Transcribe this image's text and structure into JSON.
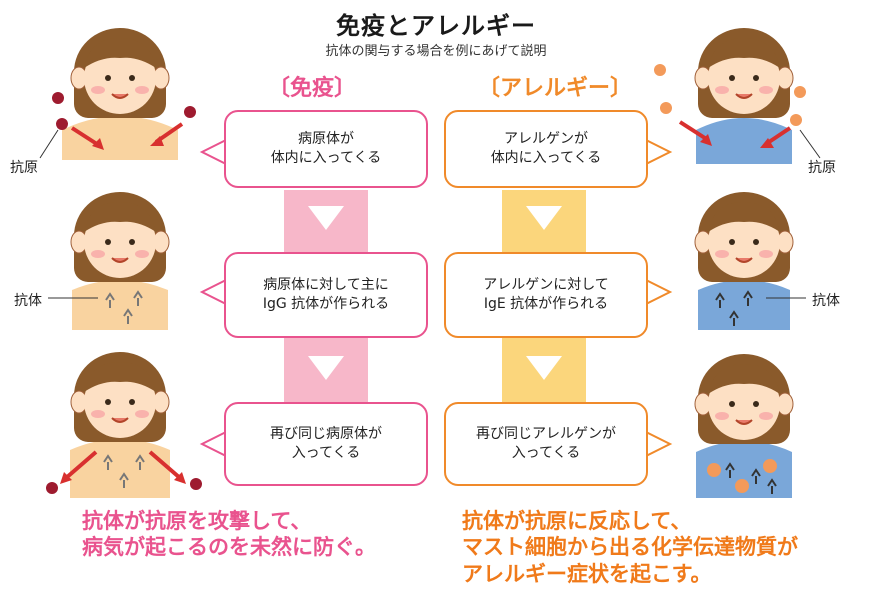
{
  "title": "免疫とアレルギー",
  "subtitle": "抗体の関与する場合を例にあげて説明",
  "columns": {
    "immunity": {
      "heading": "〔免疫〕",
      "steps": [
        "病原体が\n体内に入ってくる",
        "病原体に対して主に\nIgG 抗体が作られる",
        "再び同じ病原体が\n入ってくる"
      ],
      "summary": "抗体が抗原を攻撃して、\n病気が起こるのを未然に防ぐ。"
    },
    "allergy": {
      "heading": "〔アレルギー〕",
      "steps": [
        "アレルゲンが\n体内に入ってくる",
        "アレルゲンに対して\nIgE 抗体が作られる",
        "再び同じアレルゲンが\n入ってくる"
      ],
      "summary": "抗体が抗原に反応して、\nマスト細胞から出る化学伝達物質が\nアレルギー症状を起こす。"
    }
  },
  "side_labels": {
    "antigen": "抗原",
    "antibody": "抗体"
  },
  "colors": {
    "pink": "#e9538e",
    "orange": "#f08a2a",
    "skin": "#fde0c4",
    "hair": "#8a5a2b",
    "shirt_left": "#f9d3a0",
    "shirt_right": "#7aa7d9",
    "antigen_left": "#9e1b2f",
    "antigen_right": "#f39a5a",
    "arrow_red": "#d8302f"
  }
}
